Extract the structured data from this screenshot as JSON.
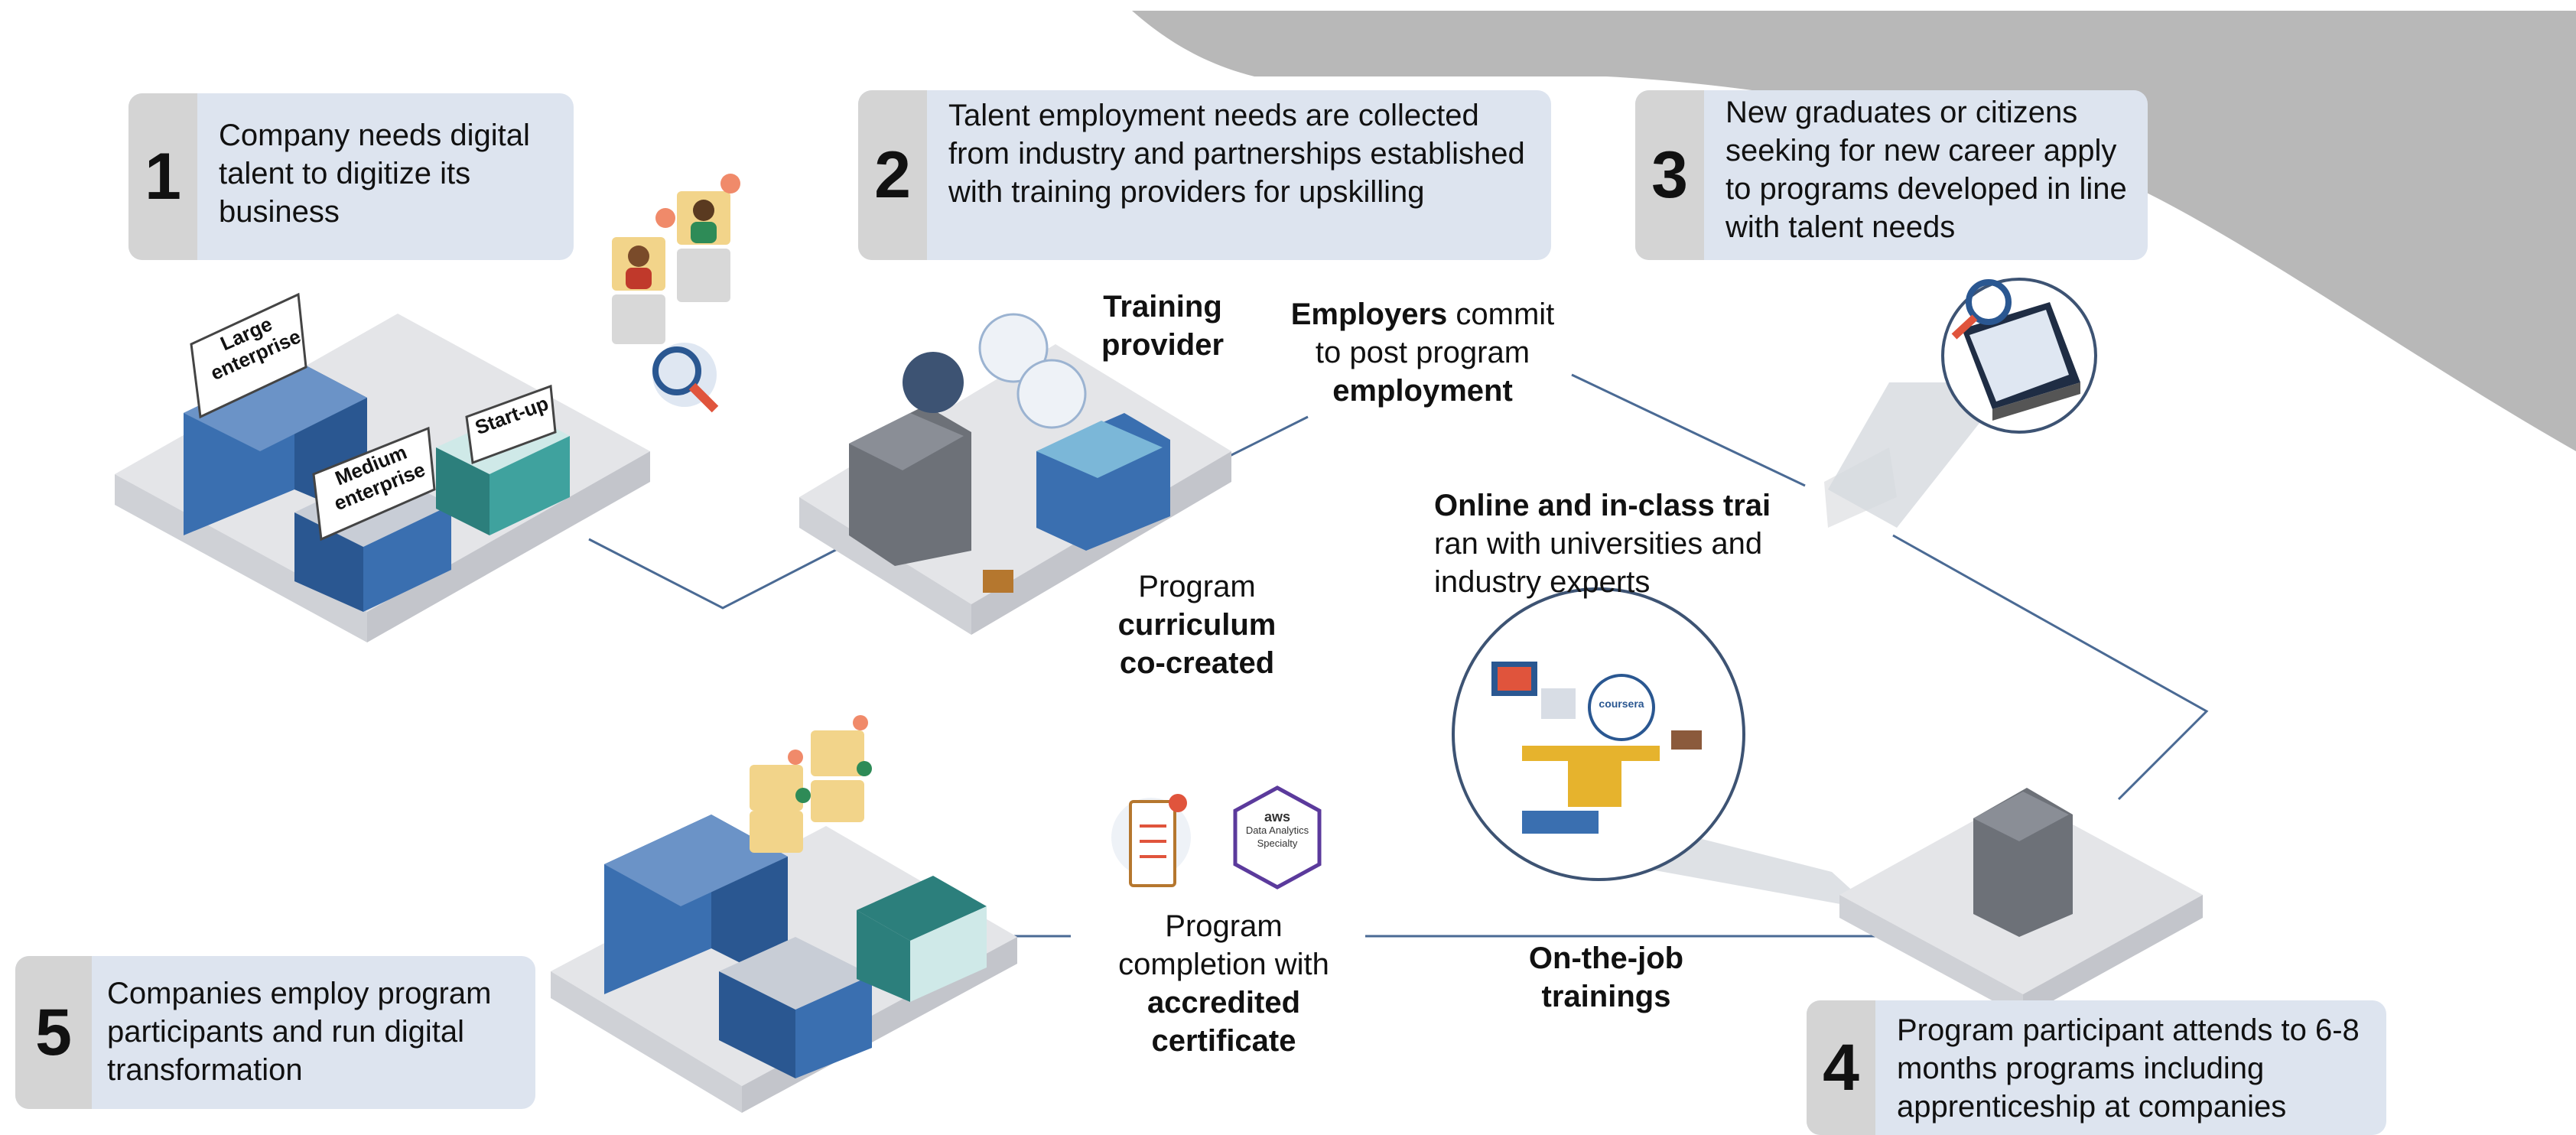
{
  "steps": [
    {
      "number": "1",
      "text": "Company needs digital talent to digitize its business"
    },
    {
      "number": "2",
      "text": "Talent employment needs are collected from industry and partnerships established with training providers for upskilling"
    },
    {
      "number": "3",
      "text": "New graduates or citizens seeking for new career apply to programs developed in line with talent needs"
    },
    {
      "number": "4",
      "text": "Program participant attends to 6-8 months programs including apprenticeship at companies"
    },
    {
      "number": "5",
      "text": "Companies employ program participants and run digital transformation"
    }
  ],
  "building_signs": {
    "large": "Large enterprise",
    "medium": "Medium enterprise",
    "startup": "Start-up"
  },
  "labels": {
    "training_provider": "Training provider",
    "employers_bold": "Employers",
    "employers_rest1": " commit",
    "employers_line2": "to post program",
    "employers_line3": "employment",
    "curriculum_line1": "Program",
    "curriculum_line2": "curriculum",
    "curriculum_line3": "co-created",
    "online_bold": "Online and in-class trai",
    "online_line2": "ran with universities and",
    "online_line3": "industry experts",
    "completion_line1": "Program",
    "completion_line2": "completion with",
    "completion_line3": "accredited",
    "completion_line4": "certificate",
    "ojt_line1": "On-the-job",
    "ojt_line2": "trainings"
  },
  "badges": {
    "coursera": "coursera",
    "aws_top": "aws",
    "aws_mid": "Data Analytics",
    "aws_bot": "Specialty"
  },
  "colors": {
    "step_box": "#dde4ef",
    "number_col": "#d4d4d4",
    "connector": "#4a6a94",
    "building_blue": "#3a6fb0",
    "building_teal": "#2c7f7c",
    "platform": "#e4e5e8",
    "corner": "#b8b8b8"
  }
}
